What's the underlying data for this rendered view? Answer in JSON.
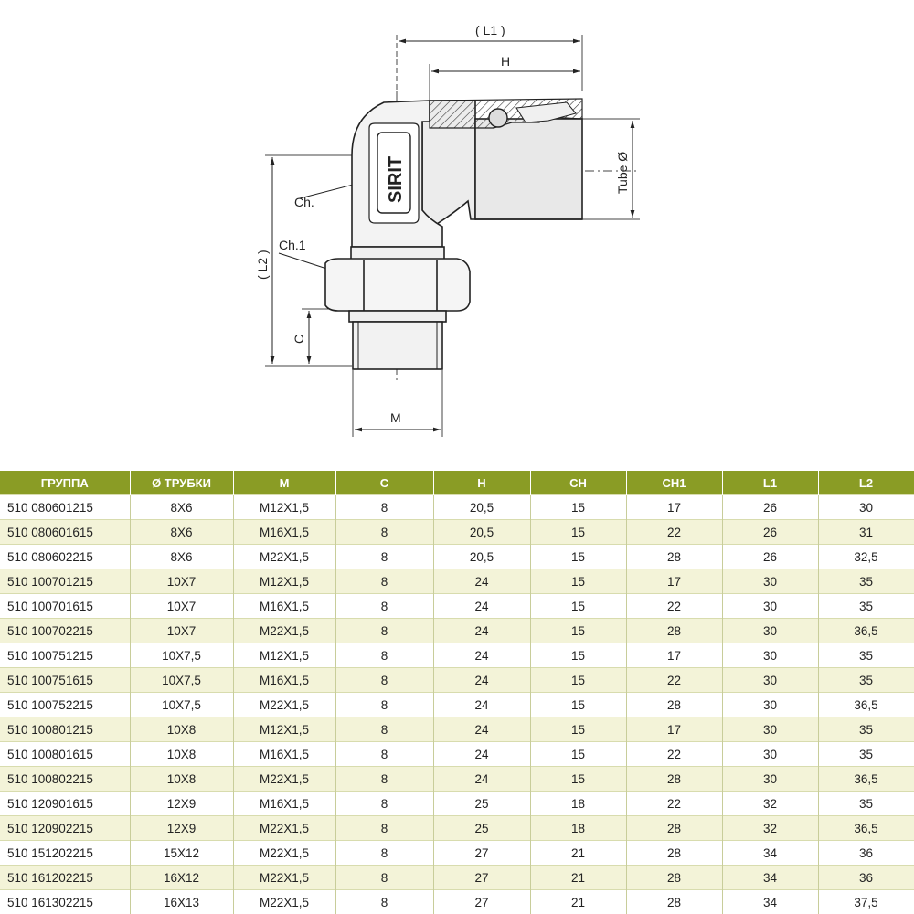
{
  "drawing": {
    "labels": {
      "L1": "( L1 )",
      "H": "H",
      "tube": "Tube Ø",
      "ch": "Ch.",
      "ch1": "Ch.1",
      "L2": "( L2 )",
      "C": "C",
      "M": "M"
    },
    "logo": "SIRIT"
  },
  "table": {
    "headers": [
      "ГРУППА",
      "Ø ТРУБКИ",
      "M",
      "C",
      "H",
      "CH",
      "CH1",
      "L1",
      "L2"
    ],
    "rows": [
      [
        "510 080601215",
        "8X6",
        "M12X1,5",
        "8",
        "20,5",
        "15",
        "17",
        "26",
        "30"
      ],
      [
        "510 080601615",
        "8X6",
        "M16X1,5",
        "8",
        "20,5",
        "15",
        "22",
        "26",
        "31"
      ],
      [
        "510 080602215",
        "8X6",
        "M22X1,5",
        "8",
        "20,5",
        "15",
        "28",
        "26",
        "32,5"
      ],
      [
        "510 100701215",
        "10X7",
        "M12X1,5",
        "8",
        "24",
        "15",
        "17",
        "30",
        "35"
      ],
      [
        "510 100701615",
        "10X7",
        "M16X1,5",
        "8",
        "24",
        "15",
        "22",
        "30",
        "35"
      ],
      [
        "510 100702215",
        "10X7",
        "M22X1,5",
        "8",
        "24",
        "15",
        "28",
        "30",
        "36,5"
      ],
      [
        "510 100751215",
        "10X7,5",
        "M12X1,5",
        "8",
        "24",
        "15",
        "17",
        "30",
        "35"
      ],
      [
        "510 100751615",
        "10X7,5",
        "M16X1,5",
        "8",
        "24",
        "15",
        "22",
        "30",
        "35"
      ],
      [
        "510 100752215",
        "10X7,5",
        "M22X1,5",
        "8",
        "24",
        "15",
        "28",
        "30",
        "36,5"
      ],
      [
        "510 100801215",
        "10X8",
        "M12X1,5",
        "8",
        "24",
        "15",
        "17",
        "30",
        "35"
      ],
      [
        "510 100801615",
        "10X8",
        "M16X1,5",
        "8",
        "24",
        "15",
        "22",
        "30",
        "35"
      ],
      [
        "510 100802215",
        "10X8",
        "M22X1,5",
        "8",
        "24",
        "15",
        "28",
        "30",
        "36,5"
      ],
      [
        "510 120901615",
        "12X9",
        "M16X1,5",
        "8",
        "25",
        "18",
        "22",
        "32",
        "35"
      ],
      [
        "510 120902215",
        "12X9",
        "M22X1,5",
        "8",
        "25",
        "18",
        "28",
        "32",
        "36,5"
      ],
      [
        "510 151202215",
        "15X12",
        "M22X1,5",
        "8",
        "27",
        "21",
        "28",
        "34",
        "36"
      ],
      [
        "510 161202215",
        "16X12",
        "M22X1,5",
        "8",
        "27",
        "21",
        "28",
        "34",
        "36"
      ],
      [
        "510 161302215",
        "16X13",
        "M22X1,5",
        "8",
        "27",
        "21",
        "28",
        "34",
        "37,5"
      ]
    ]
  },
  "colors": {
    "header_bg": "#8a9c25",
    "alt_row_bg": "#f3f3d8"
  }
}
